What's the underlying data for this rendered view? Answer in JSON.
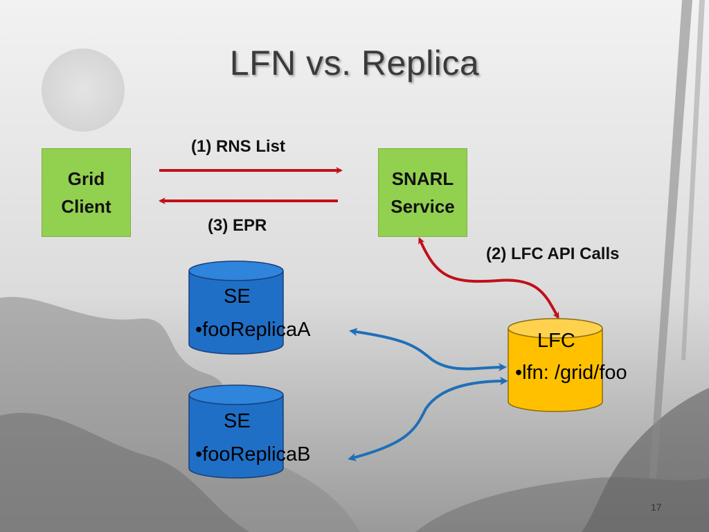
{
  "slide": {
    "title": "LFN vs. Replica",
    "page_number": "17"
  },
  "nodes": {
    "grid_client": "Grid\nClient",
    "snarl_service": "SNARL\nService",
    "se_a": {
      "name": "SE",
      "item": "•fooReplicaA"
    },
    "se_b": {
      "name": "SE",
      "item": "•fooReplicaB"
    },
    "lfc": {
      "name": "LFC",
      "item": "•lfn: /grid/foo"
    }
  },
  "edges": {
    "rns_list": "(1) RNS List",
    "lfc_api_calls": "(2) LFC API Calls",
    "epr": "(3) EPR"
  },
  "colors": {
    "green_box": "#92d050",
    "se_blue": "#1f6fc6",
    "lfc_yellow": "#ffc000",
    "red_arrow": "#c0101a",
    "blue_arrow": "#1f6fb7"
  }
}
